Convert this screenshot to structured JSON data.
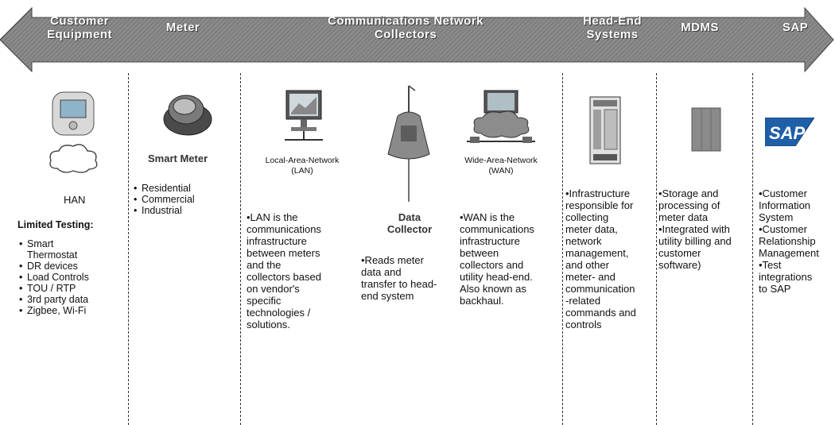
{
  "headers": {
    "customer_equipment": "Customer\nEquipment",
    "meter": "Meter",
    "communications": "Communications Network\nCollectors",
    "head_end": "Head-End\nSystems",
    "mdms": "MDMS",
    "sap": "SAP"
  },
  "customer": {
    "han_label": "HAN",
    "limited_testing_title": "Limited Testing:",
    "items": [
      "Smart\nThermostat",
      "DR devices",
      "Load Controls",
      "TOU / RTP",
      "3rd party data",
      "Zigbee, Wi-Fi"
    ]
  },
  "meter": {
    "title": "Smart Meter",
    "items": [
      "Residential",
      "Commercial",
      "Industrial"
    ]
  },
  "lan": {
    "label": "Local-Area-Network\n(LAN)",
    "desc": "•LAN is the\ncommunications\ninfrastructure\nbetween meters\nand the\ncollectors based\non vendor's\nspecific\ntechnologies /\nsolutions."
  },
  "collector": {
    "title": "Data\nCollector",
    "desc": "•Reads meter\ndata and\ntransfer to head-\nend system"
  },
  "wan": {
    "label": "Wide-Area-Network\n(WAN)",
    "desc": "•WAN is the\ncommunications\ninfrastructure\nbetween\ncollectors and\nutility head-end.\nAlso known as\nbackhaul."
  },
  "head_end": {
    "desc": "•Infrastructure\nresponsible for\ncollecting\nmeter data,\nnetwork\nmanagement,\nand other\nmeter- and\ncommunication\n-related\ncommands and\ncontrols"
  },
  "mdms": {
    "desc": "•Storage and\nprocessing of\nmeter data\n•Integrated with\nutility billing and\ncustomer\nsoftware)"
  },
  "sap": {
    "logo_text": "SAP",
    "desc": "•Customer\nInformation\nSystem\n•Customer\nRelationship\nManagement\n•Test\nintegrations\nto SAP"
  },
  "colors": {
    "arrow_fill": "#8c8c8c",
    "arrow_dark": "#5a5a5a",
    "sap_blue": "#1e5fa8"
  }
}
